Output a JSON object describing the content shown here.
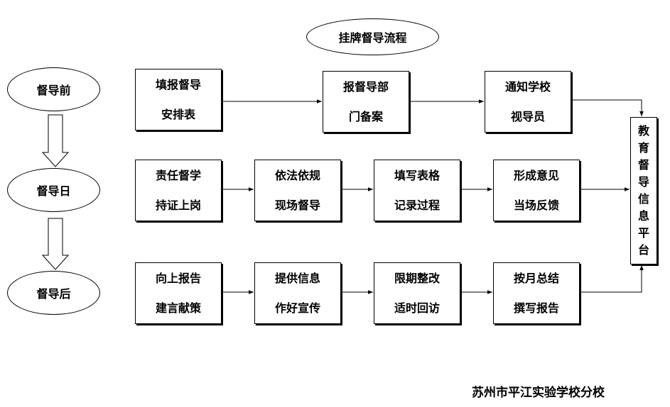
{
  "title": "挂牌督导流程",
  "phases": [
    "督导前",
    "督导日",
    "督导后"
  ],
  "rows": [
    [
      {
        "line1": "填报督导",
        "line2": "安排表"
      },
      {
        "line1": "报督导部",
        "line2": "门备案"
      },
      {
        "line1": "通知学校",
        "line2": "视导员"
      }
    ],
    [
      {
        "line1": "责任督学",
        "line2": "持证上岗"
      },
      {
        "line1": "依法依规",
        "line2": "现场督导"
      },
      {
        "line1": "填写表格",
        "line2": "记录过程"
      },
      {
        "line1": "形成意见",
        "line2": "当场反馈"
      }
    ],
    [
      {
        "line1": "向上报告",
        "line2": "建言献策"
      },
      {
        "line1": "提供信息",
        "line2": "作好宣传"
      },
      {
        "line1": "限期整改",
        "line2": "适时回访"
      },
      {
        "line1": "按月总结",
        "line2": "撰写报告"
      }
    ]
  ],
  "platform": [
    "教",
    "育",
    "督",
    "导",
    "信",
    "息",
    "平",
    "台"
  ],
  "footer": "苏州市平江实验学校分校"
}
